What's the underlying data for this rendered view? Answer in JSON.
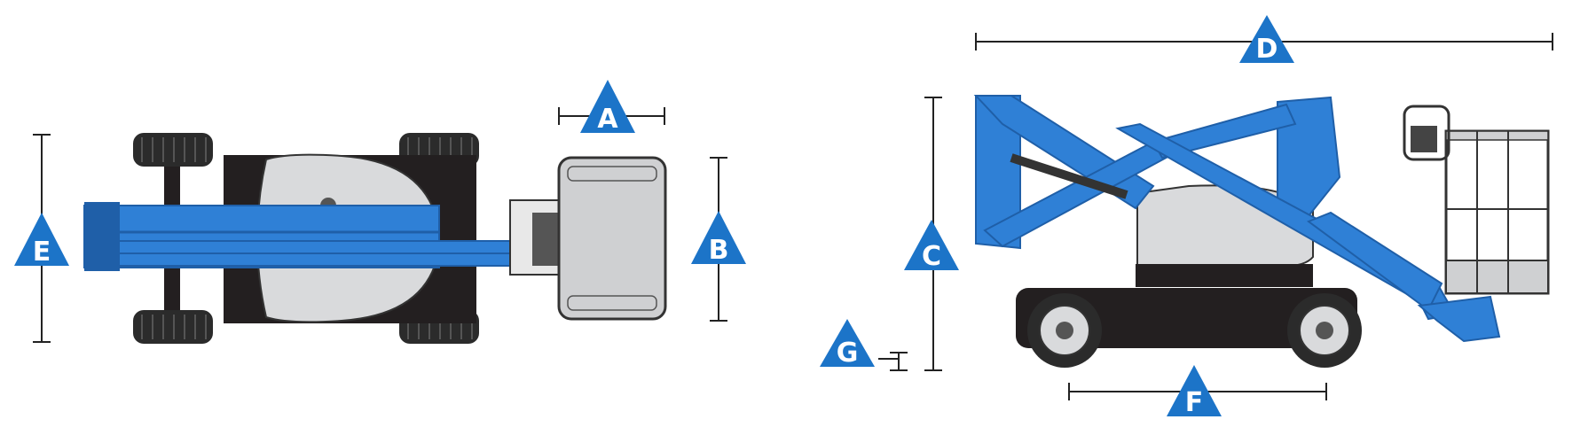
{
  "labels": {
    "a": "A",
    "b": "B",
    "c": "C",
    "d": "D",
    "e": "E",
    "f": "F",
    "g": "G"
  },
  "colors": {
    "boom_blue": "#2f80d6",
    "boom_blue_dark": "#1f5fa8",
    "marker_blue": "#1c74c8",
    "chassis_black": "#231f20",
    "tire_dark": "#2b2b2b",
    "platform_gray": "#cfd0d2",
    "turntable_gray": "#d9dadc",
    "dimension_line": "#222222"
  }
}
